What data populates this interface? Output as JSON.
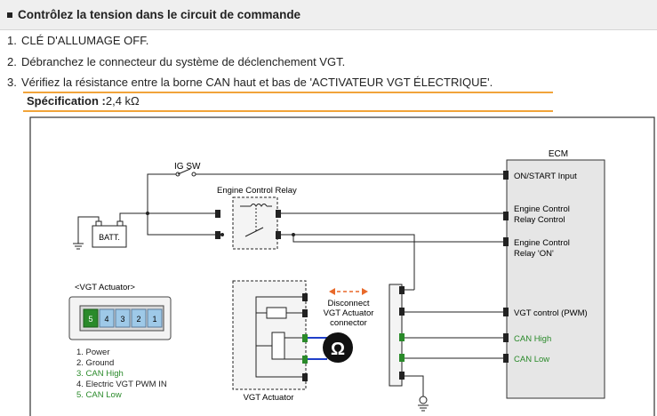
{
  "header": {
    "title": "Contrôlez la tension dans le circuit de commande"
  },
  "steps": [
    {
      "num": "1.",
      "text": "CLÉ D'ALLUMAGE OFF."
    },
    {
      "num": "2.",
      "text": "Débranchez le connecteur du système de déclenchement VGT."
    },
    {
      "num": "3.",
      "text": "Vérifiez la résistance entre la borne CAN haut et bas de 'ACTIVATEUR VGT ÉLECTRIQUE'."
    }
  ],
  "spec": {
    "label": "Spécification :",
    "value": "2,4 kΩ"
  },
  "diagram": {
    "ig_sw": "IG SW",
    "relay_label": "Engine Control Relay",
    "batt": "BATT.",
    "ecm": {
      "title": "ECM",
      "pins": [
        {
          "line1": "ON/START Input",
          "line2": ""
        },
        {
          "line1": "Engine Control",
          "line2": "Relay Control"
        },
        {
          "line1": "Engine Control",
          "line2": "Relay 'ON'"
        },
        {
          "line1": "VGT control (PWM)",
          "line2": ""
        },
        {
          "line1": "CAN High",
          "line2": ""
        },
        {
          "line1": "CAN Low",
          "line2": ""
        }
      ]
    },
    "vgt_actuator_title": "<VGT Actuator>",
    "connector_pins": [
      "5",
      "4",
      "3",
      "2",
      "1"
    ],
    "pin_legend": [
      {
        "text": "1. Power",
        "color": "#222222"
      },
      {
        "text": "2. Ground",
        "color": "#222222"
      },
      {
        "text": "3. CAN High",
        "color": "#2a8a2a"
      },
      {
        "text": "4. Electric VGT PWM IN",
        "color": "#222222"
      },
      {
        "text": "5. CAN Low",
        "color": "#2a8a2a"
      }
    ],
    "disconnect": {
      "line1": "Disconnect",
      "line2": "VGT Actuator",
      "line3": "connector"
    },
    "vgt_actuator_label": "VGT Actuator",
    "ohm_symbol": "Ω",
    "colors": {
      "accent": "#f1a43a",
      "can": "#2a8a2a",
      "blue_lead": "#1f3fc9",
      "arrow": "#e8692a"
    }
  }
}
